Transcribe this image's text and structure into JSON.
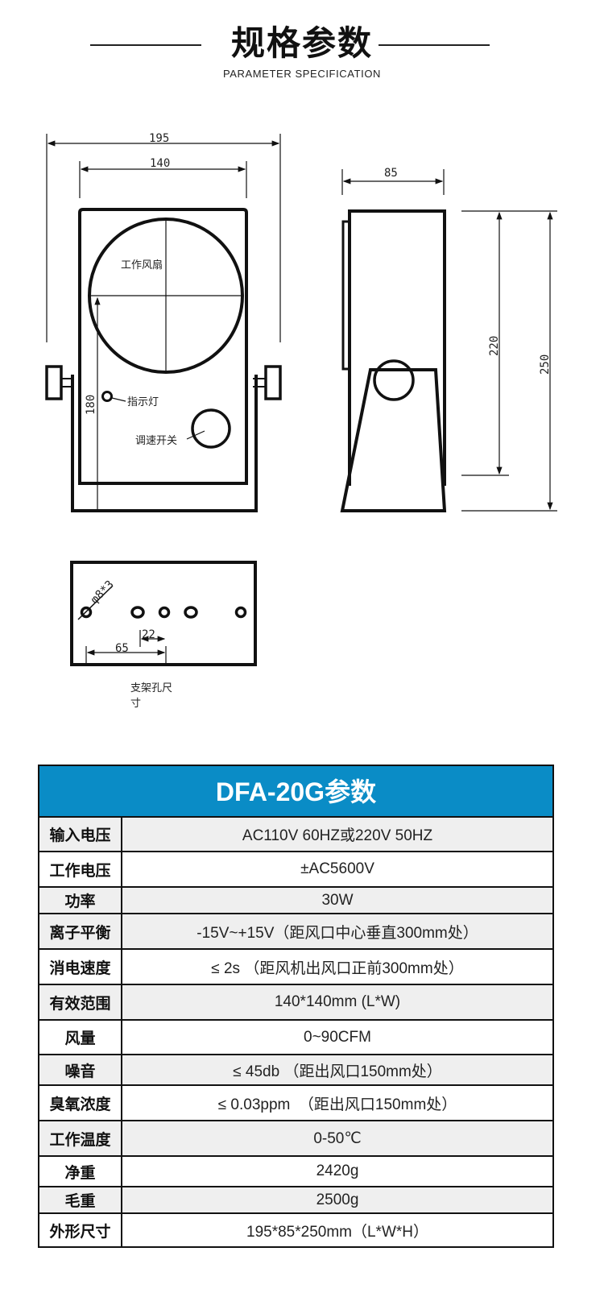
{
  "header": {
    "title": "规格参数",
    "subtitle": "PARAMETER SPECIFICATION"
  },
  "drawing": {
    "front_view": {
      "dim_overall_width": "195",
      "dim_inner_width": "140",
      "dim_height": "180",
      "label_fan": "工作风扇",
      "label_indicator": "指示灯",
      "label_speed_switch": "调速开关"
    },
    "side_view": {
      "dim_depth": "85",
      "dim_body_height": "220",
      "dim_total_height": "250"
    },
    "bracket_view": {
      "dim_hole": "φ8*3",
      "dim_spacing_small": "22",
      "dim_spacing_large": "65",
      "caption_line1": "支架孔尺",
      "caption_line2": "寸"
    }
  },
  "spec_table": {
    "title": "DFA-20G参数",
    "header_color": "#0a8cc6",
    "rows": [
      {
        "label": "输入电压",
        "value": "AC110V 60HZ或220V 50HZ"
      },
      {
        "label": "工作电压",
        "value": "±AC5600V"
      },
      {
        "label": "功率",
        "value": "30W"
      },
      {
        "label": "离子平衡",
        "value": "-15V~+15V（距风口中心垂直300mm处）"
      },
      {
        "label": "消电速度",
        "value": "≤ 2s （距风机出风口正前300mm处）"
      },
      {
        "label": "有效范围",
        "value": "140*140mm (L*W)"
      },
      {
        "label": "风量",
        "value": "0~90CFM"
      },
      {
        "label": "噪音",
        "value": "≤ 45db （距出风口150mm处）"
      },
      {
        "label": "臭氧浓度",
        "value": "≤ 0.03ppm  （距出风口150mm处）"
      },
      {
        "label": "工作温度",
        "value": "0-50℃"
      },
      {
        "label": "净重",
        "value": "2420g"
      },
      {
        "label": "毛重",
        "value": "2500g"
      },
      {
        "label": "外形尺寸",
        "value": "195*85*250mm（L*W*H）"
      }
    ]
  }
}
